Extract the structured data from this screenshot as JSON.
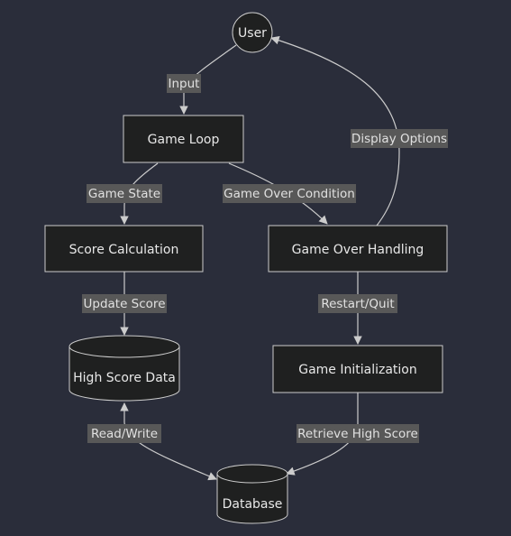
{
  "diagram": {
    "nodes": {
      "user": "User",
      "game_loop": "Game Loop",
      "score_calculation": "Score Calculation",
      "game_over_handling": "Game Over Handling",
      "high_score_data": "High Score Data",
      "game_initialization": "Game Initialization",
      "database": "Database"
    },
    "edges": {
      "input": "Input",
      "game_state": "Game State",
      "game_over_condition": "Game Over Condition",
      "display_options": "Display Options",
      "update_score": "Update Score",
      "restart_quit": "Restart/Quit",
      "read_write": "Read/Write",
      "retrieve_high_score": "Retrieve High Score"
    }
  }
}
